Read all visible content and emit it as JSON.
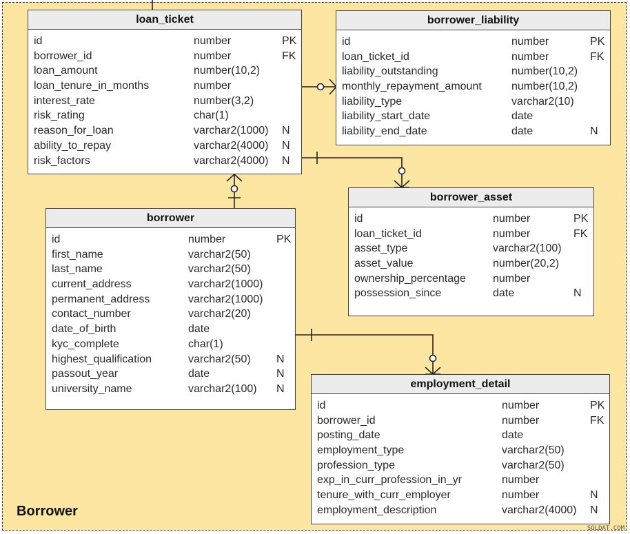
{
  "diagram": {
    "area_label": "Borrower",
    "watermark": "SQLDAT.COM",
    "colors": {
      "area_background": "#fde6a2",
      "table_background": "#ffffff",
      "title_background": "#ececec",
      "border": "#444444",
      "connector": "#222222"
    },
    "tables": [
      {
        "name": "loan_ticket",
        "columns": [
          {
            "name": "id",
            "type": "number",
            "flag": "PK"
          },
          {
            "name": "borrower_id",
            "type": "number",
            "flag": "FK"
          },
          {
            "name": "loan_amount",
            "type": "number(10,2)",
            "flag": ""
          },
          {
            "name": "loan_tenure_in_months",
            "type": "number",
            "flag": ""
          },
          {
            "name": "interest_rate",
            "type": "number(3,2)",
            "flag": ""
          },
          {
            "name": "risk_rating",
            "type": "char(1)",
            "flag": ""
          },
          {
            "name": "reason_for_loan",
            "type": "varchar2(1000)",
            "flag": "N"
          },
          {
            "name": "ability_to_repay",
            "type": "varchar2(4000)",
            "flag": "N"
          },
          {
            "name": "risk_factors",
            "type": "varchar2(4000)",
            "flag": "N"
          }
        ]
      },
      {
        "name": "borrower_liability",
        "columns": [
          {
            "name": "id",
            "type": "number",
            "flag": "PK"
          },
          {
            "name": "loan_ticket_id",
            "type": "number",
            "flag": "FK"
          },
          {
            "name": "liability_outstanding",
            "type": "number(10,2)",
            "flag": ""
          },
          {
            "name": "monthly_repayment_amount",
            "type": "number(10,2)",
            "flag": ""
          },
          {
            "name": "liability_type",
            "type": "varchar2(10)",
            "flag": ""
          },
          {
            "name": "liability_start_date",
            "type": "date",
            "flag": ""
          },
          {
            "name": "liability_end_date",
            "type": "date",
            "flag": "N"
          }
        ]
      },
      {
        "name": "borrower",
        "columns": [
          {
            "name": "id",
            "type": "number",
            "flag": "PK"
          },
          {
            "name": "first_name",
            "type": "varchar2(50)",
            "flag": ""
          },
          {
            "name": "last_name",
            "type": "varchar2(50)",
            "flag": ""
          },
          {
            "name": "current_address",
            "type": "varchar2(1000)",
            "flag": ""
          },
          {
            "name": "permanent_address",
            "type": "varchar2(1000)",
            "flag": ""
          },
          {
            "name": "contact_number",
            "type": "varchar2(20)",
            "flag": ""
          },
          {
            "name": "date_of_birth",
            "type": "date",
            "flag": ""
          },
          {
            "name": "kyc_complete",
            "type": "char(1)",
            "flag": ""
          },
          {
            "name": "highest_qualification",
            "type": "varchar2(50)",
            "flag": "N"
          },
          {
            "name": "passout_year",
            "type": "date",
            "flag": "N"
          },
          {
            "name": "university_name",
            "type": "varchar2(100)",
            "flag": "N"
          }
        ]
      },
      {
        "name": "borrower_asset",
        "columns": [
          {
            "name": "id",
            "type": "number",
            "flag": "PK"
          },
          {
            "name": "loan_ticket_id",
            "type": "number",
            "flag": "FK"
          },
          {
            "name": "asset_type",
            "type": "varchar2(100)",
            "flag": ""
          },
          {
            "name": "asset_value",
            "type": "number(20,2)",
            "flag": ""
          },
          {
            "name": "ownership_percentage",
            "type": "number",
            "flag": ""
          },
          {
            "name": "possession_since",
            "type": "date",
            "flag": "N"
          }
        ]
      },
      {
        "name": "employment_detail",
        "columns": [
          {
            "name": "id",
            "type": "number",
            "flag": "PK"
          },
          {
            "name": "borrower_id",
            "type": "number",
            "flag": "FK"
          },
          {
            "name": "posting_date",
            "type": "date",
            "flag": ""
          },
          {
            "name": "employment_type",
            "type": "varchar2(50)",
            "flag": ""
          },
          {
            "name": "profession_type",
            "type": "varchar2(50)",
            "flag": ""
          },
          {
            "name": "exp_in_curr_profession_in_yr",
            "type": "number",
            "flag": ""
          },
          {
            "name": "tenure_with_curr_employer",
            "type": "number",
            "flag": "N"
          },
          {
            "name": "employment_description",
            "type": "varchar2(4000)",
            "flag": "N"
          }
        ]
      }
    ],
    "relationships": [
      {
        "from": "loan_ticket",
        "to": "borrower_liability",
        "cardinality": "one-to-zero-or-many"
      },
      {
        "from": "loan_ticket",
        "to": "borrower_asset",
        "cardinality": "one-to-zero-or-many"
      },
      {
        "from": "borrower",
        "to": "loan_ticket",
        "cardinality": "one-to-zero-or-many"
      },
      {
        "from": "borrower",
        "to": "employment_detail",
        "cardinality": "one-to-zero-or-many"
      }
    ]
  }
}
